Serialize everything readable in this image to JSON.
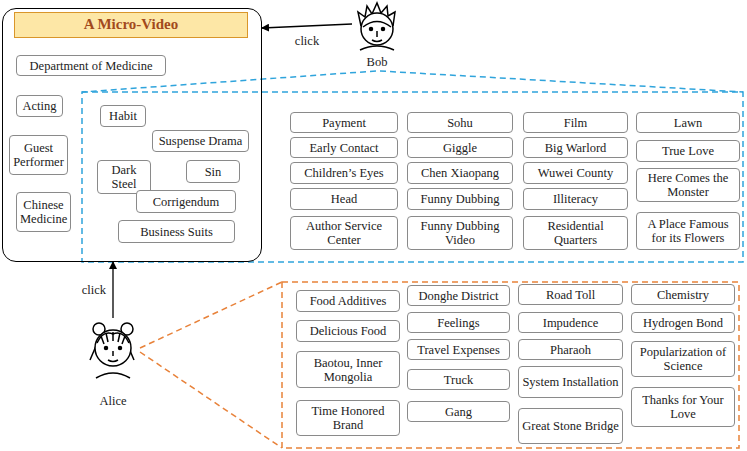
{
  "diagram": {
    "nodes": [
      {
        "text": [
          "A Micro-Video"
        ]
      },
      {
        "text": [
          "Department of Medicine"
        ],
        "in": 0
      },
      {
        "text": [
          "Acting"
        ],
        "in": 0
      },
      {
        "text": [
          "Guest Performer"
        ],
        "in": 0
      },
      {
        "text": [
          "Chinese Medicine"
        ],
        "in": 0
      },
      {
        "text": [
          "Habit"
        ],
        "in": 0
      },
      {
        "text": [
          "Suspense Drama"
        ],
        "in": 0
      },
      {
        "text": [
          "Dark Steel"
        ],
        "in": 0
      },
      {
        "text": [
          "Sin"
        ],
        "in": 0
      },
      {
        "text": [
          "Corrigendum"
        ],
        "in": 0
      },
      {
        "text": [
          "Business Suits"
        ],
        "in": 0
      },
      {
        "text": [
          "Bob"
        ]
      },
      {
        "text": [
          "Payment"
        ]
      },
      {
        "text": [
          "Sohu"
        ]
      },
      {
        "text": [
          "Film"
        ]
      },
      {
        "text": [
          "Lawn"
        ]
      },
      {
        "text": [
          "Early Contact"
        ]
      },
      {
        "text": [
          "Giggle"
        ]
      },
      {
        "text": [
          "Big Warlord"
        ]
      },
      {
        "text": [
          "True Love"
        ]
      },
      {
        "text": [
          "Children’s Eyes"
        ]
      },
      {
        "text": [
          "Chen Xiaopang"
        ]
      },
      {
        "text": [
          "Wuwei County"
        ]
      },
      {
        "text": [
          "Here Comes the Monster"
        ]
      },
      {
        "text": [
          "Head"
        ]
      },
      {
        "text": [
          "Funny Dubbing"
        ]
      },
      {
        "text": [
          "Illiteracy"
        ]
      },
      {
        "text": [
          "A Place Famous for its Flowers"
        ]
      },
      {
        "text": [
          "Author Service Center"
        ]
      },
      {
        "text": [
          "Funny Dubbing Video"
        ]
      },
      {
        "text": [
          "Residential Quarters"
        ]
      },
      {
        "text": [
          "Alice"
        ]
      },
      {
        "text": [
          "Food Additives"
        ]
      },
      {
        "text": [
          "Donghe District"
        ]
      },
      {
        "text": [
          "Road Toll"
        ]
      },
      {
        "text": [
          "Chemistry"
        ]
      },
      {
        "text": [
          "Delicious Food"
        ]
      },
      {
        "text": [
          "Feelings"
        ]
      },
      {
        "text": [
          "Impudence"
        ]
      },
      {
        "text": [
          "Hydrogen Bond"
        ]
      },
      {
        "text": [
          "Travel Expenses"
        ]
      },
      {
        "text": [
          "Pharaoh"
        ]
      },
      {
        "text": [
          "Baotou, Inner Mongolia"
        ]
      },
      {
        "text": [
          "Truck"
        ]
      },
      {
        "text": [
          "System Installation"
        ]
      },
      {
        "text": [
          "Popularization of Science"
        ]
      },
      {
        "text": [
          "Gang"
        ]
      },
      {
        "text": [
          "Time Honored Brand"
        ]
      },
      {
        "text": [
          "Great Stone Bridge"
        ]
      },
      {
        "text": [
          "Thanks for Your Love"
        ]
      }
    ],
    "edges": [
      {
        "from": 11,
        "to": 0,
        "label": "click",
        "arrow": "to"
      },
      {
        "from": 31,
        "to": 0,
        "label": "click",
        "arrow": "to"
      }
    ]
  }
}
